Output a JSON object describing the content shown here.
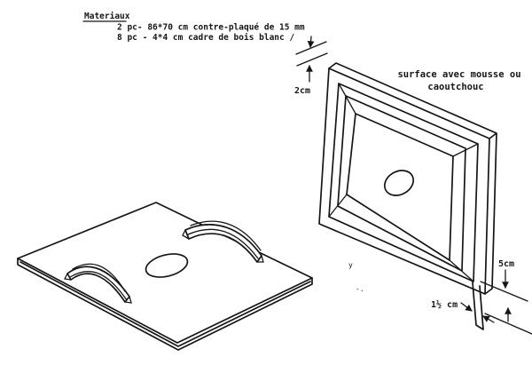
{
  "document": {
    "kind": "scanned construction sketch",
    "language": "French"
  },
  "materials_note": {
    "heading": "Materiaux",
    "items": [
      "2 pc- 86*70 cm contre-plaqué de 15 mm",
      "8 pc - 4*4 cm cadre de bois blanc /"
    ]
  },
  "surface_label": {
    "line1": "surface avec mousse ou",
    "line2": "caoutchouc"
  },
  "dimensions": {
    "frame_edge_thickness": "2cm",
    "leg_extension": "5cm",
    "leg_width": "1½ cm"
  },
  "stray_marks": {
    "mark1": "y",
    "mark2": "-."
  },
  "colors": {
    "ink": "#161616",
    "paper": "#ffffff"
  }
}
